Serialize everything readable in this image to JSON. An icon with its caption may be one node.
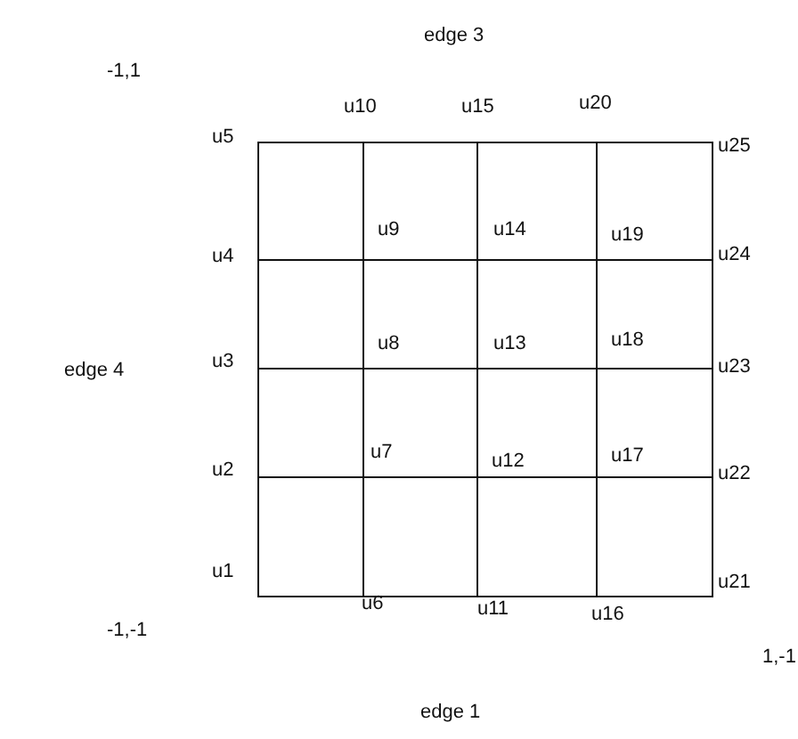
{
  "diagram": {
    "labels": [
      "edge 3",
      "-1,1",
      "u10",
      "u15",
      "u20",
      "u5",
      "u25",
      "u9",
      "u14",
      "u19",
      "u4",
      "u24",
      "edge 4",
      "u3",
      "u8",
      "u13",
      "u18",
      "u23",
      "u7",
      "u2",
      "u12",
      "u17",
      "u22",
      "u1",
      "u21",
      "u6",
      "u11",
      "u16",
      "-1,-1",
      "1,-1",
      "edge 1"
    ]
  }
}
